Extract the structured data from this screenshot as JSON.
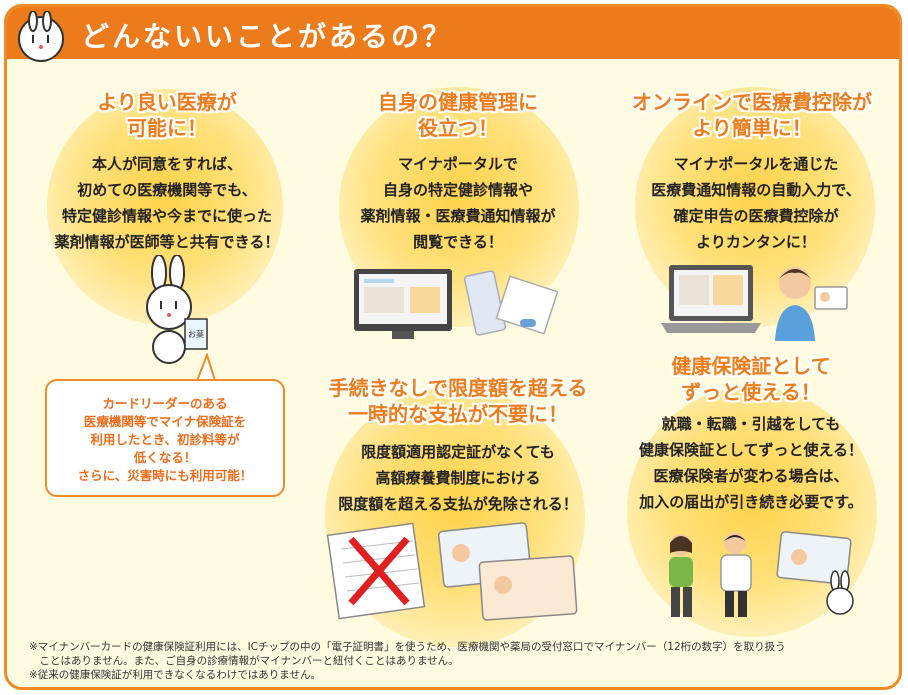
{
  "header": {
    "title": "どんないいことがあるの？"
  },
  "sections": {
    "s1": {
      "title": [
        "より良い医療が",
        "可能に！"
      ],
      "body": [
        "本人が同意をすれば、",
        "初めての医療機関等でも、",
        "特定健診情報や今までに使った",
        "薬剤情報が医師等と共有できる！"
      ]
    },
    "s2": {
      "title": [
        "自身の健康管理に",
        "役立つ！"
      ],
      "body": [
        "マイナポータルで",
        "自身の特定健診情報や",
        "薬剤情報・医療費通知情報が",
        "閲覧できる！"
      ]
    },
    "s3": {
      "title": [
        "オンラインで医療費控除が",
        "より簡単に！"
      ],
      "body": [
        "マイナポータルを通じた",
        "医療費通知情報の自動入力で、",
        "確定申告の医療費控除が",
        "よりカンタンに！"
      ]
    },
    "s4": {
      "title": [
        "手続きなしで限度額を超える",
        "一時的な支払が不要に！"
      ],
      "body": [
        "限度額適用認定証がなくても",
        "高額療養費制度における",
        "限度額を超える支払が免除される！"
      ]
    },
    "s5": {
      "title": [
        "健康保険証として",
        "ずっと使える！"
      ],
      "body": [
        "就職・転職・引越をしても",
        "健康保険証としてずっと使える！",
        "医療保険者が変わる場合は、",
        "加入の届出が引き続き必要です。"
      ]
    }
  },
  "callout": {
    "lines": [
      "カードリーダーのある",
      "医療機関等でマイナ保険証を",
      "利用したとき、初診料等が",
      "低くなる！",
      "さらに、災害時にも利用可能！"
    ]
  },
  "mascot_card_label": "お薬",
  "footnotes": [
    "※マイナンバーカードの健康保険証利用には、ICチップの中の「電子証明書」を使うため、医療機関や薬局の受付窓口でマイナンバー（12桁の数字）を取り扱う",
    "　ことはありません。また、ご自身の診療情報がマイナンバーと紐付くことはありません。",
    "※従来の健康保険証が利用できなくなるわけではありません。"
  ],
  "colors": {
    "accent": "#ec7b1c",
    "background": "#fffbe0",
    "circle": "#ffd24a"
  },
  "icons": [
    "mascot-rabbit-icon",
    "monitor-icon",
    "medicine-icon",
    "laptop-icon",
    "person-with-card-icon",
    "crossed-document-icon",
    "insurance-card-icon",
    "doctor-icon",
    "patient-icon"
  ]
}
